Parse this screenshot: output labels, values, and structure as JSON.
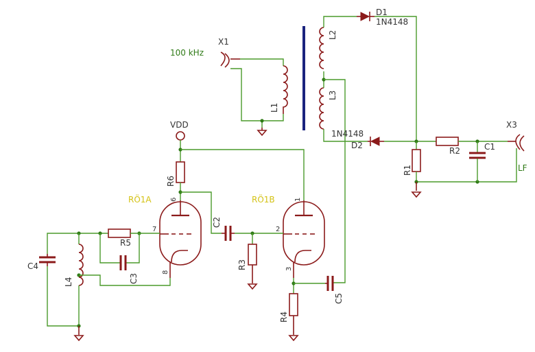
{
  "components": {
    "x1": "X1",
    "freq": "100 kHz",
    "l1": "L1",
    "l2": "L2",
    "l3": "L3",
    "d1": "D1",
    "d1_part": "1N4148",
    "d2": "D2",
    "d2_part": "1N4148",
    "x3": "X3",
    "lf": "LF",
    "r1": "R1",
    "r2": "R2",
    "c1": "C1",
    "vdd": "VDD",
    "r6": "R6",
    "ro1a": "RÖ1A",
    "ro1b": "RÖ1B",
    "c2": "C2",
    "r3": "R3",
    "r5": "R5",
    "c3": "C3",
    "c4": "C4",
    "l4": "L4",
    "r4": "R4",
    "c5": "C5"
  },
  "pins": {
    "p6": "6",
    "p7": "7",
    "p8": "8",
    "p1": "1",
    "p2": "2",
    "p3": "3"
  },
  "colors": {
    "wire": "#4a9a2a",
    "component": "#8b1a1a",
    "core": "#1a237e",
    "tube_label": "#d4c214"
  }
}
